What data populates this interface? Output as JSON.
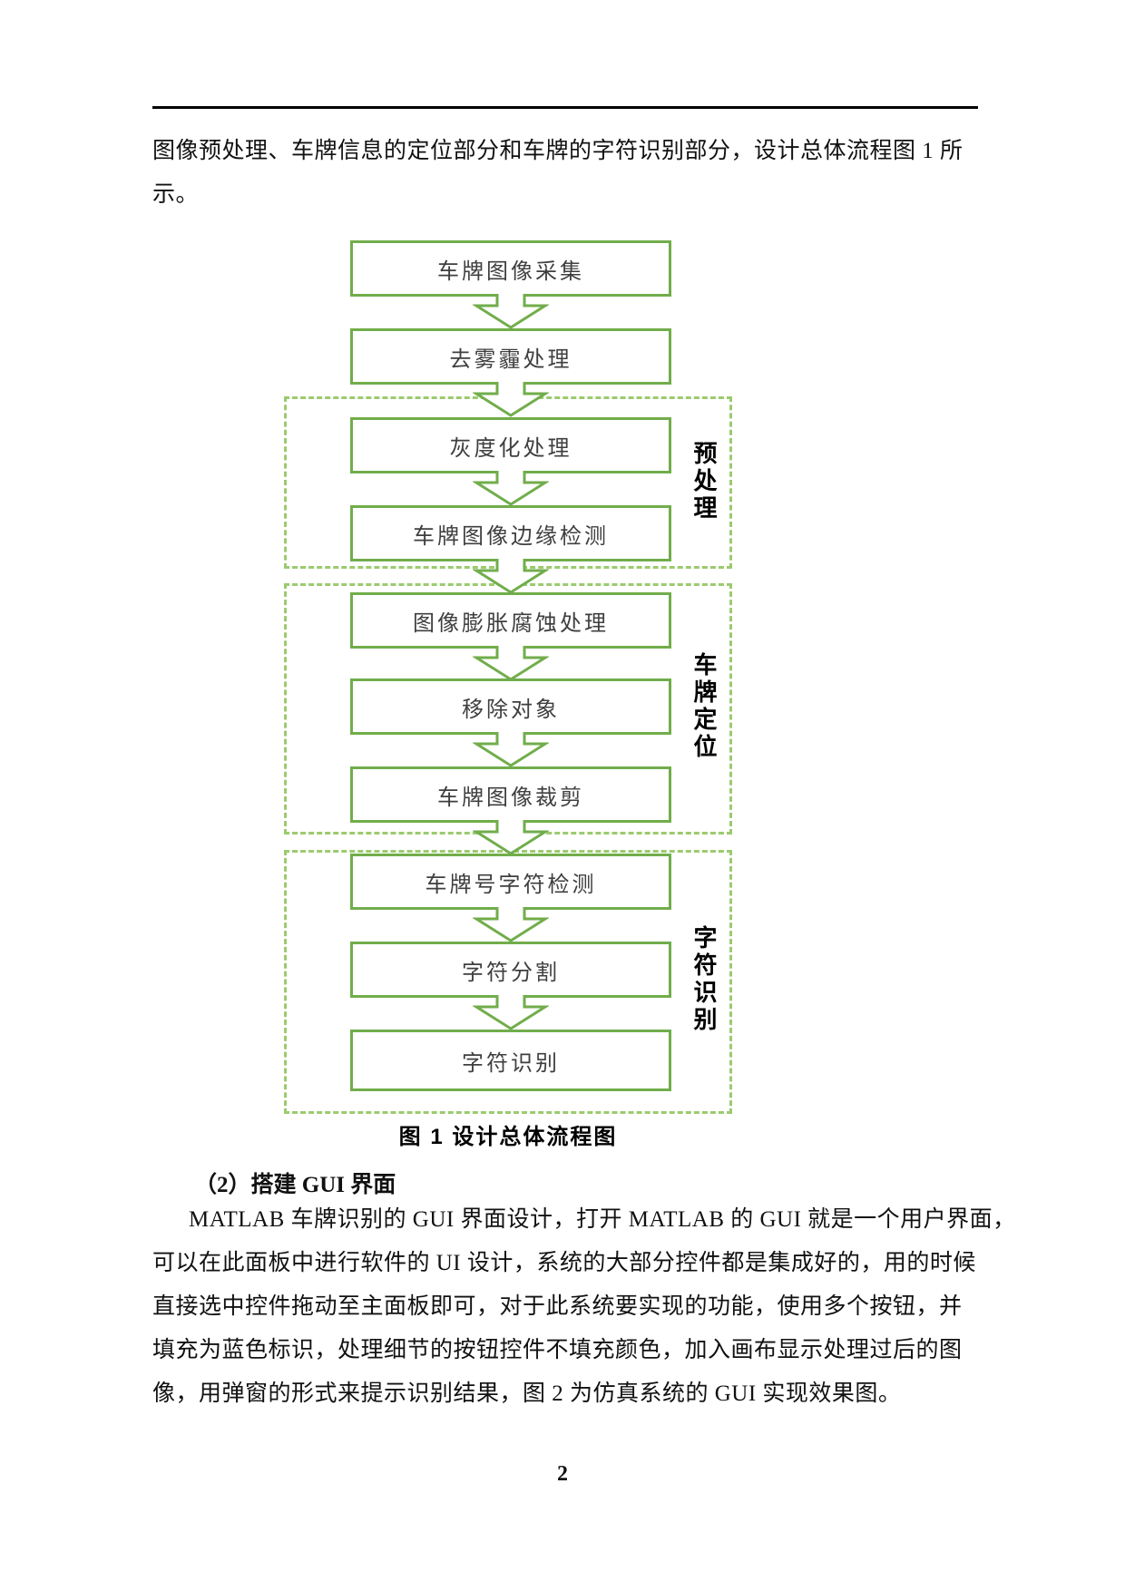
{
  "page": {
    "number": "2"
  },
  "intro_paragraph": {
    "line1": "图像预处理、车牌信息的定位部分和车牌的字符识别部分，设计总体流程图 1 所",
    "line2": "示。"
  },
  "figure": {
    "caption": "图 1 设计总体流程图",
    "nodes": [
      {
        "label": "车牌图像采集"
      },
      {
        "label": "去雾霾处理"
      },
      {
        "label": "灰度化处理"
      },
      {
        "label": "车牌图像边缘检测"
      },
      {
        "label": "图像膨胀腐蚀处理"
      },
      {
        "label": "移除对象"
      },
      {
        "label": "车牌图像裁剪"
      },
      {
        "label": "车牌号字符检测"
      },
      {
        "label": "字符分割"
      },
      {
        "label": "字符识别"
      }
    ],
    "groups": [
      {
        "label": "预处理",
        "contains": [
          "灰度化处理",
          "车牌图像边缘检测"
        ]
      },
      {
        "label": "车牌定位",
        "contains": [
          "图像膨胀腐蚀处理",
          "移除对象",
          "车牌图像裁剪"
        ]
      },
      {
        "label": "字符识别",
        "contains": [
          "车牌号字符检测",
          "字符分割",
          "字符识别"
        ]
      }
    ],
    "colors": {
      "node_border": "#71AD4B",
      "group_border": "#9BCB6E",
      "node_text": "#3F3F3F"
    }
  },
  "section": {
    "heading": "（2）搭建 GUI 界面",
    "lines": [
      "MATLAB 车牌识别的 GUI 界面设计，打开 MATLAB 的 GUI 就是一个用户界面，",
      "可以在此面板中进行软件的 UI 设计，系统的大部分控件都是集成好的，用的时候",
      "直接选中控件拖动至主面板即可，对于此系统要实现的功能，使用多个按钮，并",
      "填充为蓝色标识，处理细节的按钮控件不填充颜色，加入画布显示处理过后的图",
      "像，用弹窗的形式来提示识别结果，图 2 为仿真系统的 GUI 实现效果图。"
    ]
  }
}
